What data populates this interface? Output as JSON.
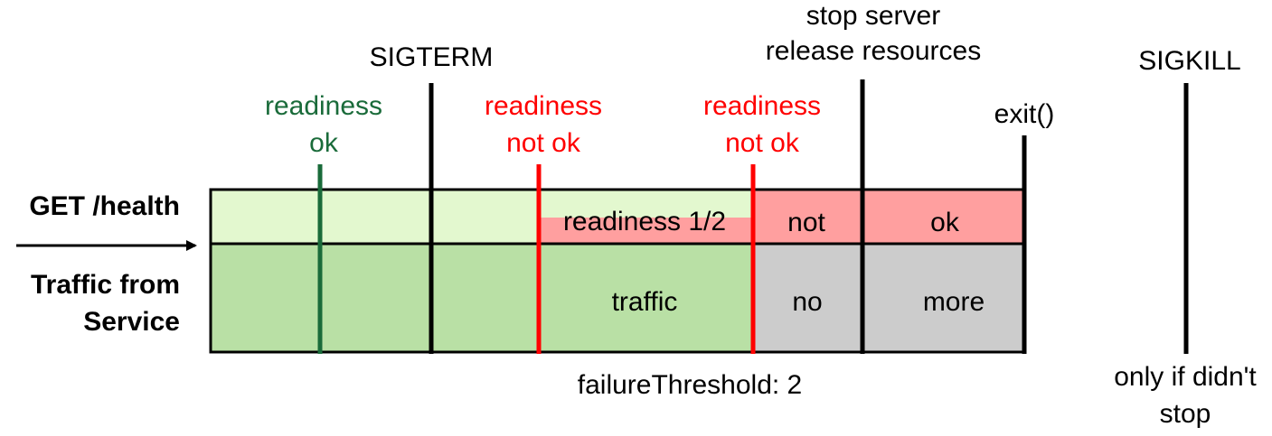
{
  "colors": {
    "ok_green": "#1a6b3a",
    "alert_red": "#ff0000",
    "health_bg": "#e3f8cf",
    "health_fail": "#ff9f9f",
    "traffic_bg": "#b9e0a5",
    "traffic_none": "#cccccc",
    "line_black": "#000000"
  },
  "labels": {
    "sigterm": "SIGTERM",
    "stop_line1": "stop server",
    "stop_line2": "release resources",
    "sigkill": "SIGKILL",
    "exit": "exit()",
    "readiness_ok_1": "readiness",
    "readiness_ok_2": "ok",
    "readiness_notok1_1": "readiness",
    "readiness_notok1_2": "not ok",
    "readiness_notok2_1": "readiness",
    "readiness_notok2_2": "not ok",
    "get_health": "GET /health",
    "traffic_from_1": "Traffic from",
    "traffic_from_2": "Service",
    "readiness_half": "readiness 1/2",
    "not": "not",
    "ok": "ok",
    "traffic": "traffic",
    "no": "no",
    "more": "more",
    "failure_threshold": "failureThreshold: 2",
    "only_if_1": "only if didn't",
    "only_if_2": "stop"
  }
}
